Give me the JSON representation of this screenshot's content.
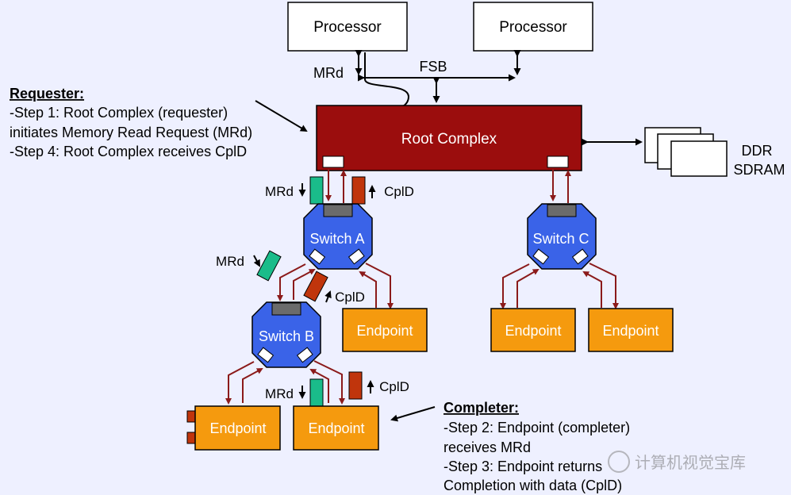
{
  "nodes": {
    "processor_1": "Processor",
    "processor_2": "Processor",
    "root_complex": "Root Complex",
    "memory": [
      "DDR",
      "SDRAM"
    ],
    "switch_a": "Switch A",
    "switch_b": "Switch B",
    "switch_c": "Switch C",
    "endpoint_a": "Endpoint",
    "endpoint_b1": "Endpoint",
    "endpoint_b2": "Endpoint",
    "endpoint_c1": "Endpoint",
    "endpoint_c2": "Endpoint"
  },
  "bus": {
    "fsb": "FSB"
  },
  "packets": {
    "mrd": "MRd",
    "cpld": "CplD"
  },
  "requester": {
    "title": "Requester:",
    "lines": [
      "-Step 1: Root Complex (requester)",
      "initiates Memory Read Request (MRd)",
      "-Step 4: Root Complex receives CplD"
    ]
  },
  "completer": {
    "title": "Completer:",
    "lines": [
      "-Step 2: Endpoint (completer)",
      "receives MRd",
      "-Step 3: Endpoint returns",
      "Completion with data (CplD)"
    ]
  },
  "watermark": "计算机视觉宝库",
  "colors": {
    "background": "#eef0ff",
    "root_complex": "#9b0d0d",
    "switch": "#3a63e8",
    "endpoint": "#f59a0e",
    "link_arrow": "#8b1a1a",
    "mrd_packet": "#1abc8a",
    "cpld_packet": "#c0350c"
  }
}
